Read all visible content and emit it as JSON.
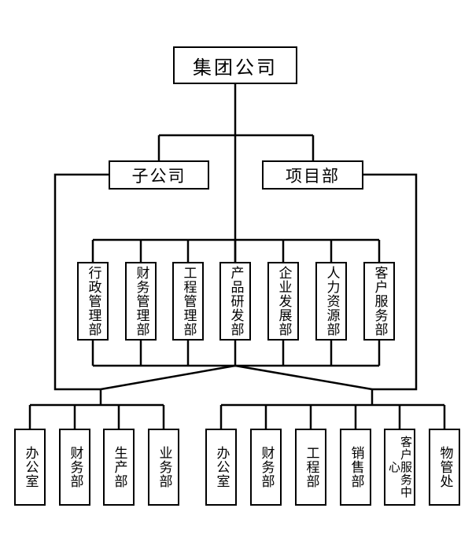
{
  "root": {
    "label": "集团公司"
  },
  "level2": {
    "subsidiary": {
      "label": "子公司"
    },
    "project": {
      "label": "项目部"
    }
  },
  "departments": [
    {
      "label": "行政管理部"
    },
    {
      "label": "财务管理部"
    },
    {
      "label": "工程管理部"
    },
    {
      "label": "产品研发部"
    },
    {
      "label": "企业发展部"
    },
    {
      "label": "人力资源部"
    },
    {
      "label": "客户服务部"
    }
  ],
  "subsidiary_units": [
    {
      "label": "办公室"
    },
    {
      "label": "财务部"
    },
    {
      "label": "生产部"
    },
    {
      "label": "业务部"
    }
  ],
  "project_units": [
    {
      "label": "办公室"
    },
    {
      "label": "财务部"
    },
    {
      "label": "工程部"
    },
    {
      "label": "销售部"
    },
    {
      "label": "客户服务中心"
    },
    {
      "label": "物管处"
    }
  ]
}
